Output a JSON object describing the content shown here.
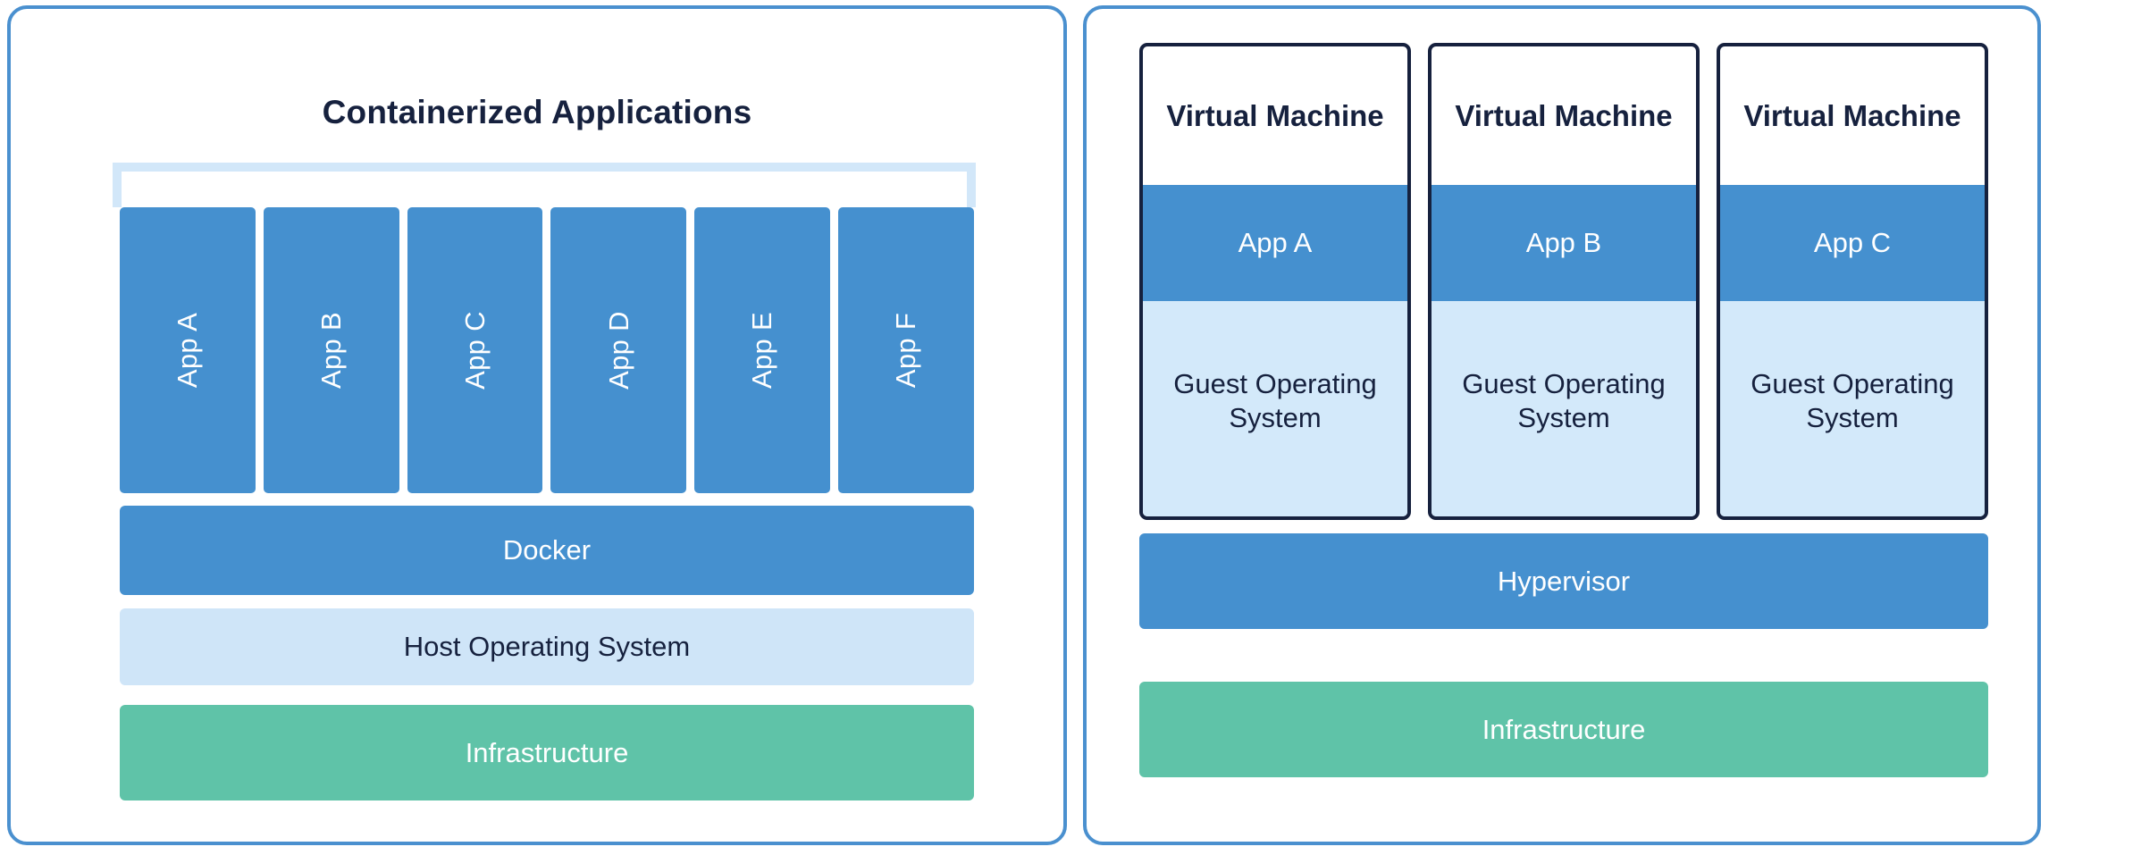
{
  "theme": {
    "panel_border": "#4a90cf",
    "blue": "#4590cf",
    "light_blue": "#cfe5f8",
    "bracket_blue": "#d2e7f9",
    "green": "#5fc3a8",
    "navy_text": "#16213e",
    "white": "#ffffff"
  },
  "left_panel": {
    "title": "Containerized Applications",
    "apps": [
      {
        "label": "App A"
      },
      {
        "label": "App B"
      },
      {
        "label": "App C"
      },
      {
        "label": "App D"
      },
      {
        "label": "App E"
      },
      {
        "label": "App F"
      }
    ],
    "layers": [
      {
        "label": "Docker"
      },
      {
        "label": "Host Operating System"
      },
      {
        "label": "Infrastructure"
      }
    ]
  },
  "right_panel": {
    "vms": [
      {
        "title": "Virtual Machine",
        "app": "App A",
        "guest_os": "Guest Operating System"
      },
      {
        "title": "Virtual Machine",
        "app": "App B",
        "guest_os": "Guest Operating System"
      },
      {
        "title": "Virtual Machine",
        "app": "App C",
        "guest_os": "Guest Operating System"
      }
    ],
    "layers": [
      {
        "label": "Hypervisor"
      },
      {
        "label": "Infrastructure"
      }
    ]
  }
}
